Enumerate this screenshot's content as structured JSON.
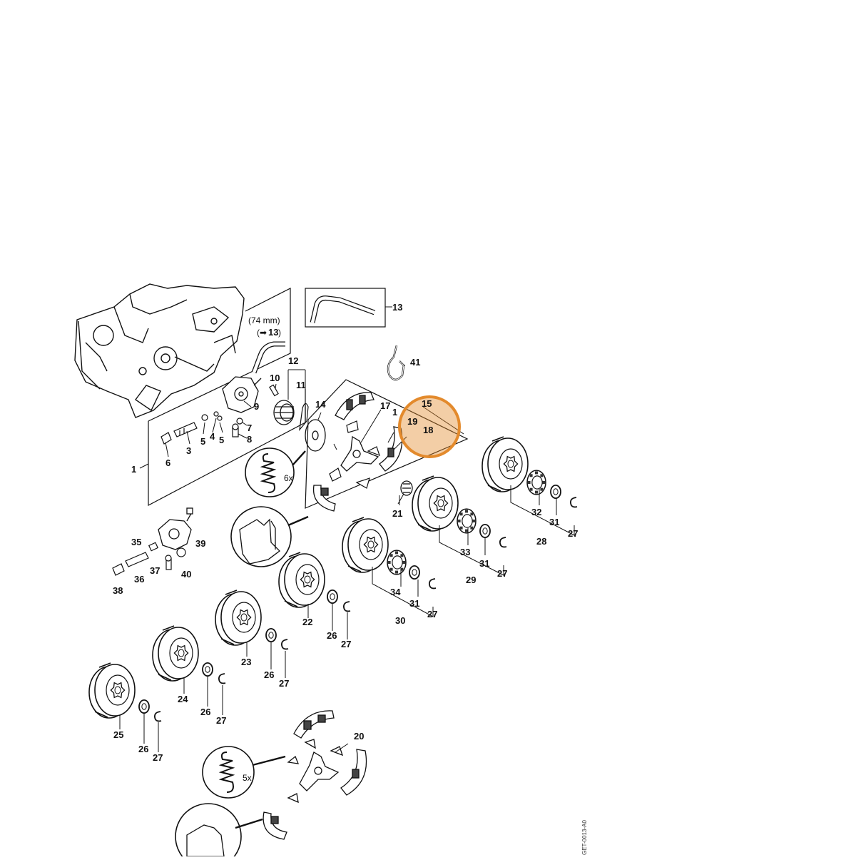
{
  "labels": {
    "p1": "1",
    "p3": "3",
    "p4": "4",
    "p5a": "5",
    "p5b": "5",
    "p6": "6",
    "p7": "7",
    "p8": "8",
    "p9": "9",
    "p10": "10",
    "p11": "11",
    "p12": "12",
    "p13": "13",
    "p14": "14",
    "p15": "15",
    "p16": "1",
    "p17": "17",
    "p18": "18",
    "p19": "19",
    "p20": "20",
    "p21": "21",
    "p22": "22",
    "p23": "23",
    "p24": "24",
    "p25": "25",
    "p26a": "26",
    "p26b": "26",
    "p26c": "26",
    "p26d": "26",
    "p27a": "27",
    "p27b": "27",
    "p27c": "27",
    "p27d": "27",
    "p27e": "27",
    "p27f": "27",
    "p27g": "27",
    "p28": "28",
    "p29": "29",
    "p30": "30",
    "p31a": "31",
    "p31b": "31",
    "p31c": "31",
    "p32": "32",
    "p33": "33",
    "p34": "34",
    "p35": "35",
    "p36": "36",
    "p37": "37",
    "p38": "38",
    "p39": "39",
    "p40": "40",
    "p41": "41"
  },
  "notes": {
    "length": "(74 mm)",
    "ref13": "13",
    "spring6x": "6x",
    "spring5x": "5x",
    "doc_code": "GET-0013-A0"
  },
  "highlight_color": "#e38a2c"
}
